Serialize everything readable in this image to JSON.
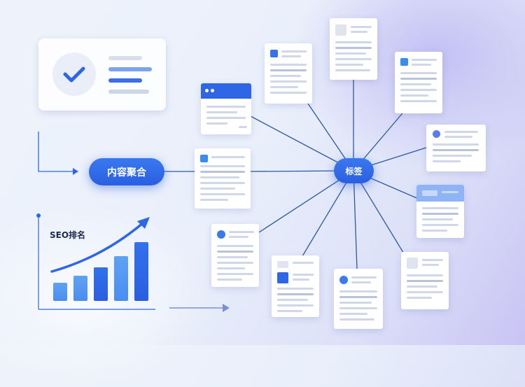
{
  "hub": {
    "center_label": "内容聚合",
    "tag_label": "标签"
  },
  "seo": {
    "label": "SEO排名",
    "bar_values": [
      25,
      35,
      47,
      62,
      82
    ]
  },
  "colors": {
    "primary": "#2f66e6",
    "line": "#2c5aa0",
    "card_bg": "#ffffff",
    "placeholder": "#cfd7e8"
  },
  "icons": [
    "check-icon",
    "trend-arrow-icon",
    "arrow-right-icon"
  ]
}
